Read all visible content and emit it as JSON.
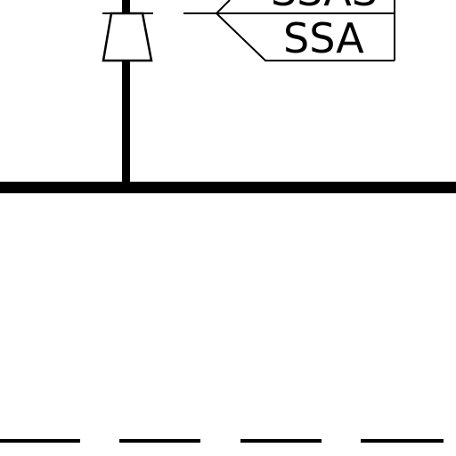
{
  "diagram": {
    "labels": {
      "upper_tag": "SSAS",
      "lower_tag": "SSA"
    },
    "colors": {
      "stroke": "#000000",
      "background": "#ffffff"
    },
    "elements": [
      "vertical-bus-line",
      "horizontal-bus-bar",
      "trapezoid-symbol",
      "label-flag-upper",
      "label-flag-lower",
      "dashed-line"
    ]
  }
}
